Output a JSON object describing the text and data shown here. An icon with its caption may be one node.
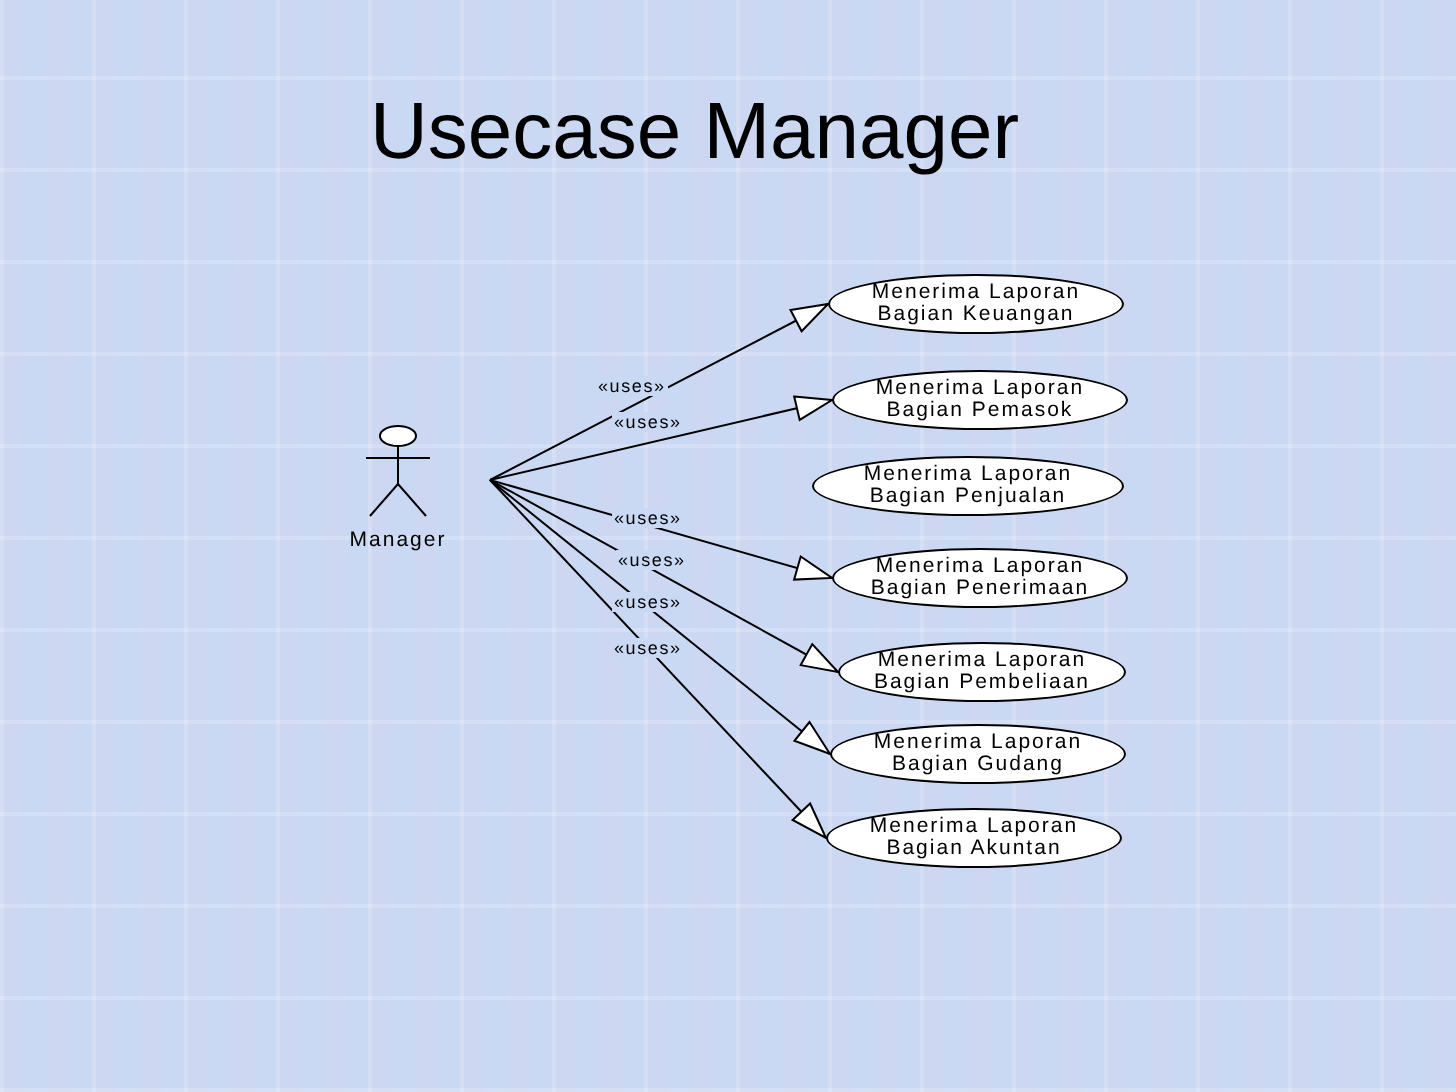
{
  "diagram": {
    "title": "Usecase Manager",
    "nodes": [
      {
        "text": [
          "Manager"
        ]
      },
      {
        "text": [
          "Menerima Laporan Bagian Keuangan"
        ]
      },
      {
        "text": [
          "Menerima Laporan Bagian Pemasok"
        ]
      },
      {
        "text": [
          "Menerima Laporan Bagian Penjualan"
        ]
      },
      {
        "text": [
          "Menerima Laporan Bagian Penerimaan"
        ]
      },
      {
        "text": [
          "Menerima Laporan Bagian Pembeliaan"
        ]
      },
      {
        "text": [
          "Menerima Laporan Bagian Gudang"
        ]
      },
      {
        "text": [
          "Menerima Laporan Bagian Akuntan"
        ]
      }
    ],
    "edges": [
      {
        "from": 0,
        "to": 1,
        "arrow": "to",
        "label": "«uses»"
      },
      {
        "from": 0,
        "to": 2,
        "arrow": "to",
        "label": "«uses»"
      },
      {
        "from": 0,
        "to": 4,
        "arrow": "to",
        "label": "«uses»"
      },
      {
        "from": 0,
        "to": 5,
        "arrow": "to",
        "label": "«uses»"
      },
      {
        "from": 0,
        "to": 6,
        "arrow": "to",
        "label": "«uses»"
      },
      {
        "from": 0,
        "to": 7,
        "arrow": "to",
        "label": "«uses»"
      }
    ]
  }
}
